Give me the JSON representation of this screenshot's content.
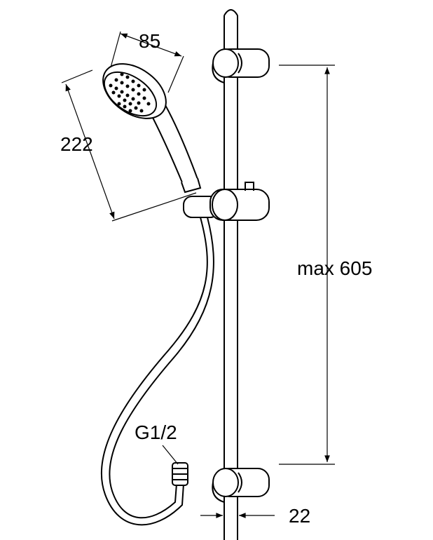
{
  "dimensions": {
    "head_width": "85",
    "handshower_length": "222",
    "rail_height": "max 605",
    "inlet_thread": "G1/2",
    "rail_diameter": "22"
  },
  "colors": {
    "line": "#000000",
    "background": "#ffffff"
  }
}
